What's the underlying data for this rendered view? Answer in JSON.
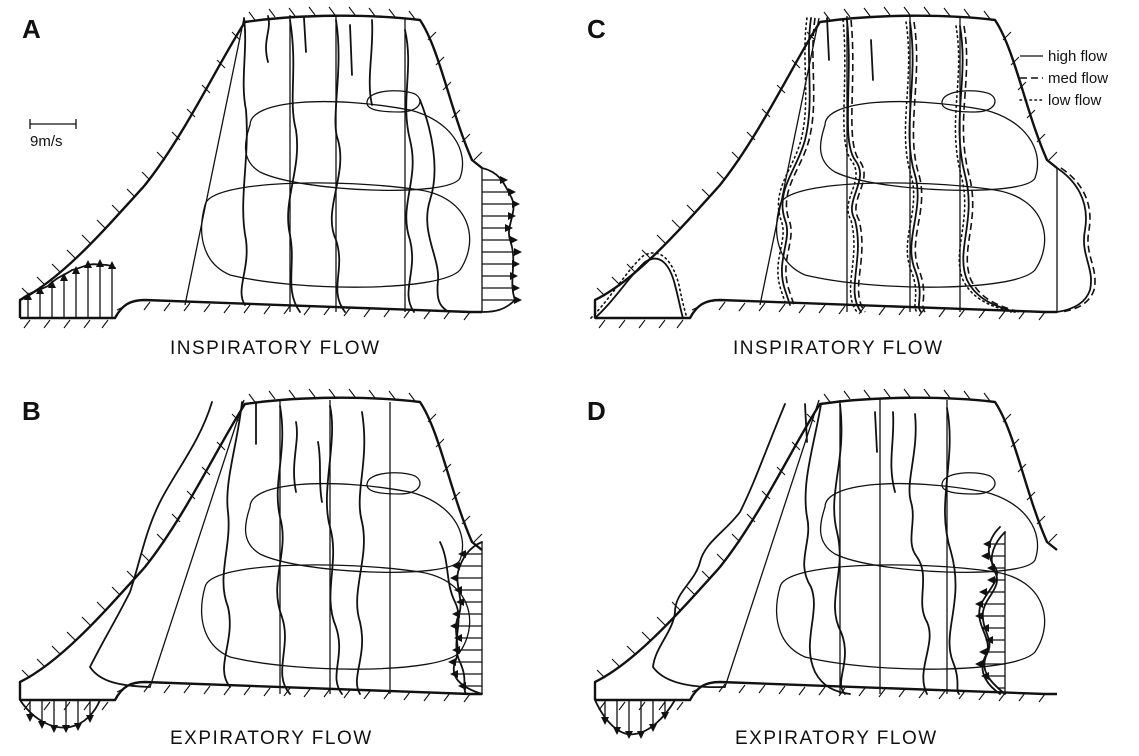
{
  "panels": [
    {
      "label": "A",
      "caption": "INSPIRATORY FLOW"
    },
    {
      "label": "B",
      "caption": "EXPIRATORY FLOW"
    },
    {
      "label": "C",
      "caption": "INSPIRATORY FLOW"
    },
    {
      "label": "D",
      "caption": "EXPIRATORY FLOW"
    }
  ],
  "scale_bar": {
    "label": "9m/s"
  },
  "legend": [
    {
      "style": "solid",
      "label": "high flow"
    },
    {
      "style": "dashed",
      "label": "med flow"
    },
    {
      "style": "dotted",
      "label": "low flow"
    }
  ]
}
